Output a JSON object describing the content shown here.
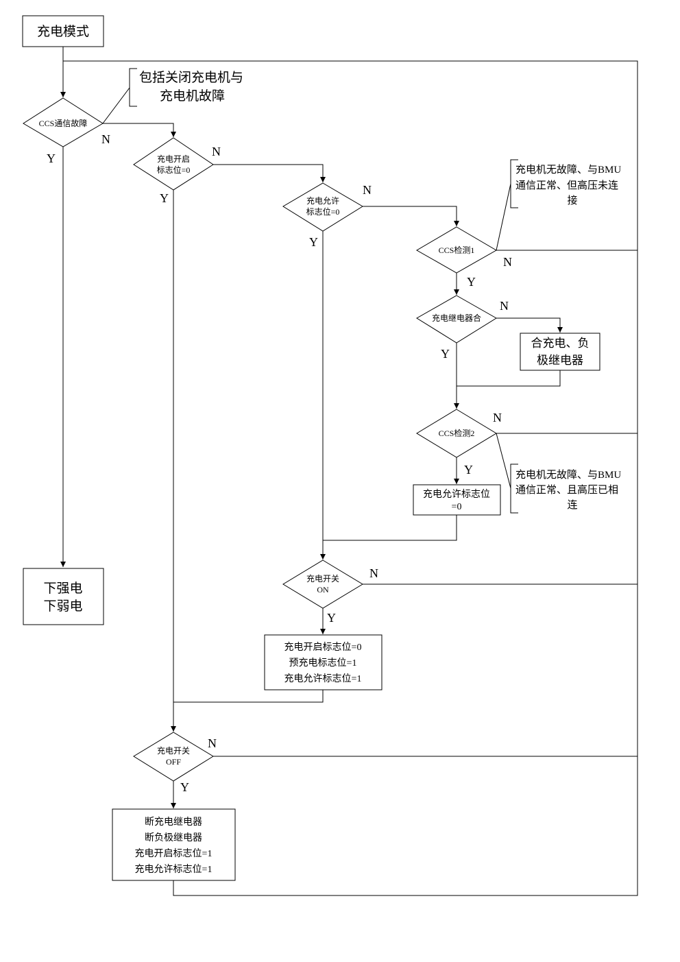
{
  "boxes": {
    "charge_mode": "充电模式",
    "power_off_1": "下强电",
    "power_off_2": "下弱电",
    "close_relay_1": "合充电、负",
    "close_relay_2": "极继电器",
    "permit_flag_1": "充电允许标志位",
    "permit_flag_2": "=0",
    "set_flags_1": "充电开启标志位=0",
    "set_flags_2": "预充电标志位=1",
    "set_flags_3": "充电允许标志位=1",
    "final_1": "断充电继电器",
    "final_2": "断负极继电器",
    "final_3": "充电开启标志位=1",
    "final_4": "充电允许标志位=1"
  },
  "decisions": {
    "ccs_fault": "CCS通信故障",
    "open_flag_1": "充电开启",
    "open_flag_2": "标志位=0",
    "permit_chk_1": "充电允许",
    "permit_chk_2": "标志位=0",
    "ccs_detect1": "CCS检测1",
    "relay_closed": "充电继电器合",
    "ccs_detect2": "CCS检测2",
    "switch_on_1": "充电开关",
    "switch_on_2": "ON",
    "switch_off_1": "充电开关",
    "switch_off_2": "OFF"
  },
  "notes": {
    "note1_1": "包括关闭充电机与",
    "note1_2": "充电机故障",
    "note2_1": "充电机无故障、与BMU",
    "note2_2": "通信正常、但高压未连",
    "note2_3": "接",
    "note3_1": "充电机无故障、与BMU",
    "note3_2": "通信正常、且高压已相",
    "note3_3": "连"
  },
  "labels": {
    "yes": "Y",
    "no": "N"
  }
}
